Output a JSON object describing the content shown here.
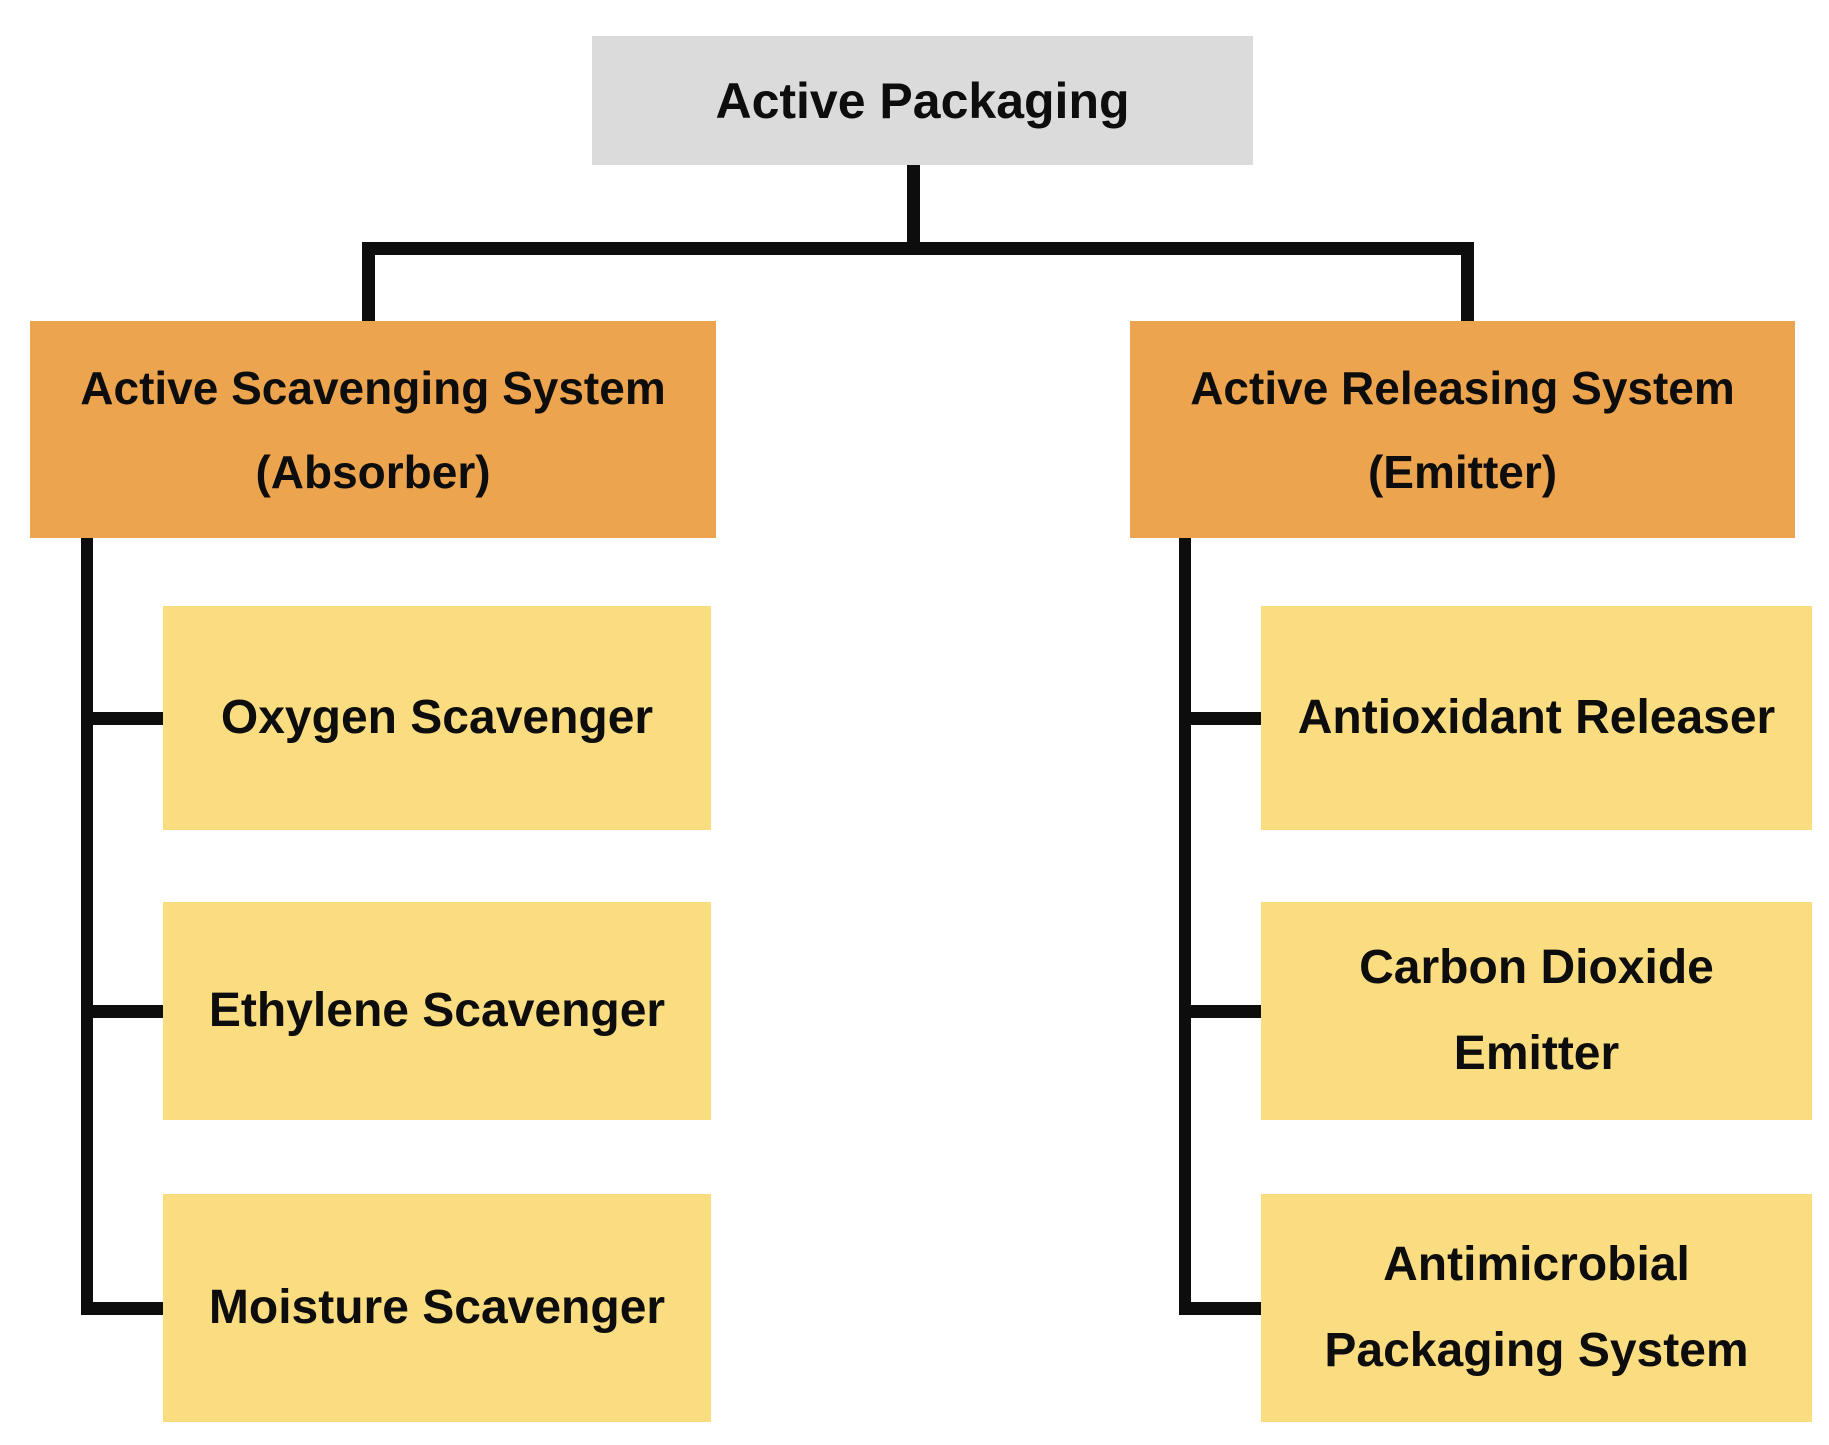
{
  "colors": {
    "canvas_bg": "#ffffff",
    "root_bg": "#dbdbdb",
    "parent_bg": "#eca44e",
    "child_bg": "#fadc81",
    "line": "#0d0d0d",
    "text": "#0d0d0d"
  },
  "diagram": {
    "root": {
      "label": "Active Packaging"
    },
    "branches": [
      {
        "label": "Active Scavenging System\n(Absorber)",
        "children": [
          {
            "label": "Oxygen Scavenger"
          },
          {
            "label": "Ethylene Scavenger"
          },
          {
            "label": "Moisture Scavenger"
          }
        ]
      },
      {
        "label": "Active Releasing System\n(Emitter)",
        "children": [
          {
            "label": "Antioxidant Releaser"
          },
          {
            "label": "Carbon Dioxide\nEmitter"
          },
          {
            "label": "Antimicrobial\nPackaging System"
          }
        ]
      }
    ]
  }
}
